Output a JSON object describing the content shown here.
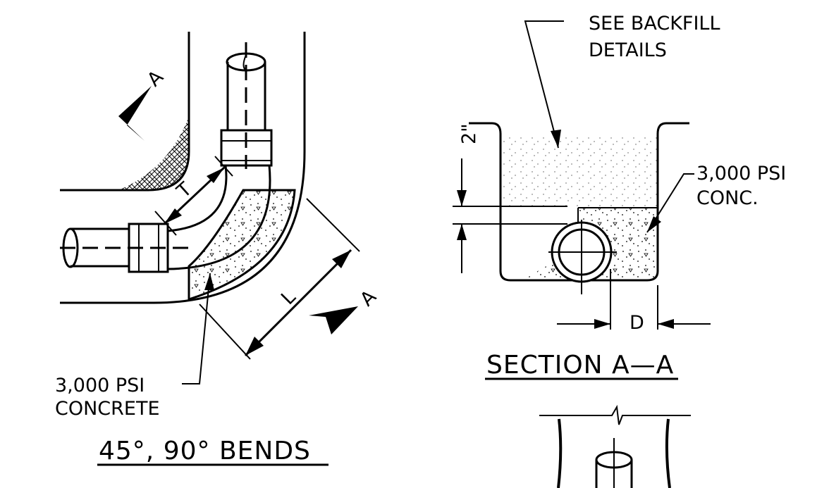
{
  "drawing": {
    "bends_view": {
      "title": "45°, 90° BENDS",
      "concrete_note_line1": "3,000 PSI",
      "concrete_note_line2": "CONCRETE",
      "dim_thrust": "T",
      "dim_length": "L",
      "section_mark_top": "A",
      "section_mark_bottom": "A"
    },
    "section_view": {
      "title": "SECTION A—A",
      "backfill_note_line1": "SEE BACKFILL",
      "backfill_note_line2": "DETAILS",
      "concrete_note_line1": "3,000 PSI",
      "concrete_note_line2": "CONC.",
      "dim_cover": "2\"",
      "dim_depth": "D"
    }
  }
}
